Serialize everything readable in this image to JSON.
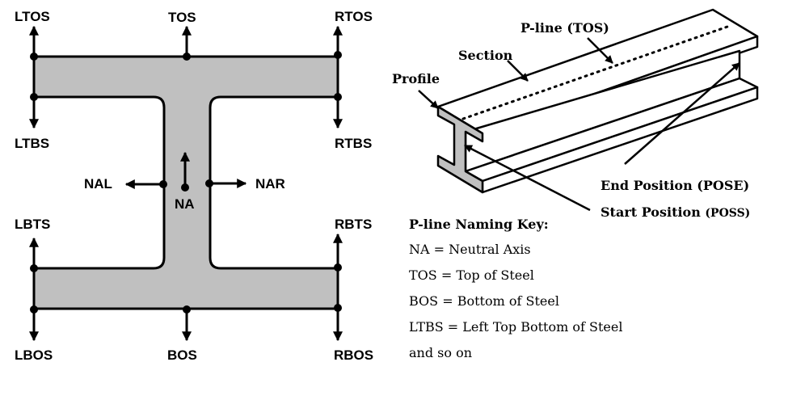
{
  "colors": {
    "steel": "#c0c0c0",
    "line": "#000000"
  },
  "section_points": {
    "ltos": "LTOS",
    "tos": "TOS",
    "rtos": "RTOS",
    "ltbs": "LTBS",
    "rtbs": "RTBS",
    "nal": "NAL",
    "na": "NA",
    "nar": "NAR",
    "lbts": "LBTS",
    "rbts": "RBTS",
    "lbos": "LBOS",
    "bos": "BOS",
    "rbos": "RBOS"
  },
  "beam_labels": {
    "pline": "P-line (TOS)",
    "section": "Section",
    "profile": "Profile",
    "end_position": "End Position (POSE)",
    "start_position": "Start Position",
    "start_position_abbr": "(POSS)"
  },
  "key": {
    "title": "P-line Naming Key:",
    "items": [
      "NA = Neutral Axis",
      "TOS = Top of Steel",
      "BOS = Bottom of Steel",
      "LTBS = Left Top Bottom of Steel",
      "and so on"
    ]
  }
}
